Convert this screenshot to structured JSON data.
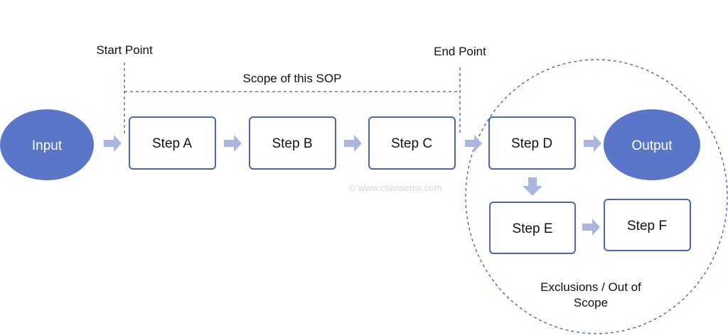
{
  "labels": {
    "start_point": "Start Point",
    "end_point": "End Point",
    "scope": "Scope of this SOP",
    "exclusions_line1": "Exclusions / Out of",
    "exclusions_line2": "Scope"
  },
  "nodes": {
    "input": "Input",
    "step_a": "Step A",
    "step_b": "Step B",
    "step_c": "Step C",
    "step_d": "Step D",
    "step_e": "Step E",
    "step_f": "Step F",
    "output": "Output"
  },
  "watermark": "© www.csensems.com",
  "colors": {
    "oval_fill": "#5a76c8",
    "box_border": "#4a66b5",
    "arrow": "#aab6dd",
    "dashed": "#3f5aa8"
  }
}
